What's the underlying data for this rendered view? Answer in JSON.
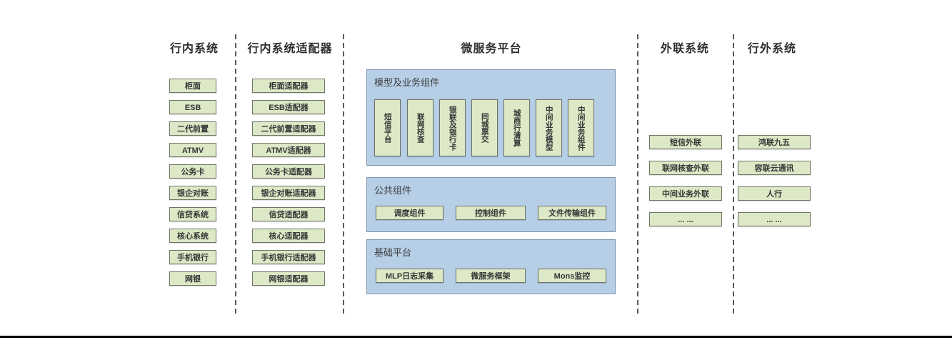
{
  "colors": {
    "green_fill": "#dce8c6",
    "green_border": "#6f7565",
    "blue_fill": "#b6cee6",
    "blue_border": "#7e93a9",
    "text": "#363636",
    "separator": "#595959",
    "baseline": "#000000"
  },
  "columns": {
    "internal": {
      "title": "行内系统",
      "items": [
        "柜面",
        "ESB",
        "二代前置",
        "ATMV",
        "公务卡",
        "银企对账",
        "信贷系统",
        "核心系统",
        "手机银行",
        "网银"
      ]
    },
    "adapters": {
      "title": "行内系统适配器",
      "items": [
        "柜面适配器",
        "ESB适配器",
        "二代前置适配器",
        "ATMV适配器",
        "公务卡适配器",
        "银企对账适配器",
        "信贷适配器",
        "核心适配器",
        "手机银行适配器",
        "网银适配器"
      ]
    },
    "platform": {
      "title": "微服务平台",
      "model_section": {
        "title": "模型及业务组件",
        "items": [
          "短信平台",
          "联网核查",
          "银联及银行卡",
          "同城票交",
          "城商行清算",
          "中间业务模型",
          "中间业务组件"
        ]
      },
      "common_section": {
        "title": "公共组件",
        "items": [
          "调度组件",
          "控制组件",
          "文件传输组件"
        ]
      },
      "base_section": {
        "title": "基础平台",
        "items": [
          "MLP日志采集",
          "微服务框架",
          "Mons监控"
        ]
      }
    },
    "outreach": {
      "title": "外联系统",
      "items": [
        "短信外联",
        "联网核查外联",
        "中间业务外联",
        "... ..."
      ]
    },
    "external": {
      "title": "行外系统",
      "items": [
        "鸿联九五",
        "容联云通讯",
        "人行",
        "... ..."
      ]
    }
  }
}
